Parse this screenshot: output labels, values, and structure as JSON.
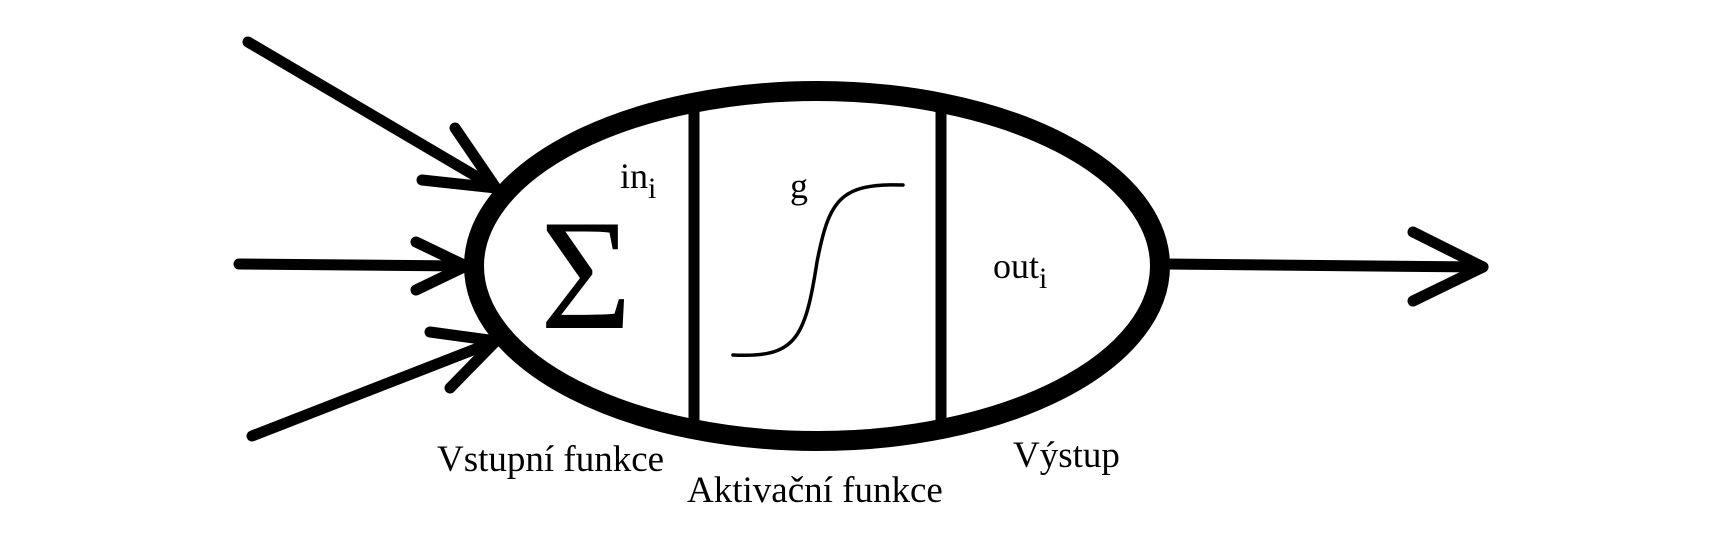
{
  "diagram": {
    "symbols": {
      "sum": "Σ",
      "input_var": "in",
      "input_sub": "i",
      "activation_var": "g",
      "output_var": "out",
      "output_sub": "i"
    },
    "labels": {
      "input_function": "Vstupní funkce",
      "activation_function": "Aktivační funkce",
      "output": "Výstup"
    },
    "inputs_count": 3,
    "outputs_count": 1,
    "stroke_color": "#000000",
    "background_color": "#ffffff"
  }
}
